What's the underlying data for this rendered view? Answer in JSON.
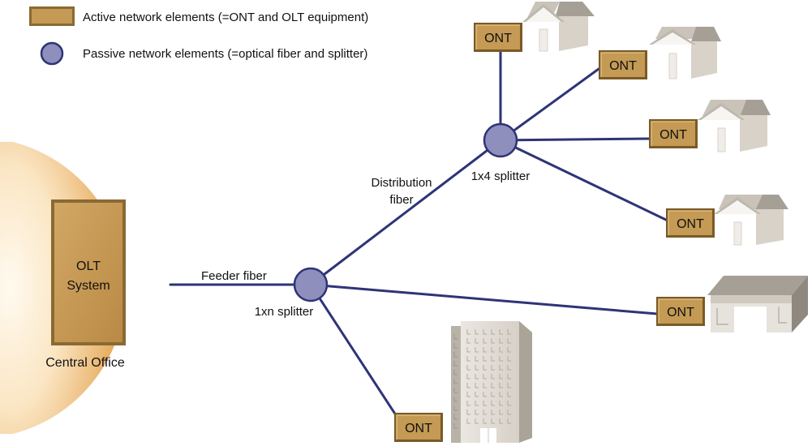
{
  "colors": {
    "fiber": "#2e3476",
    "splitter_fill": "#8f8fbd",
    "splitter_stroke": "#2e3476",
    "ont_fill": "#c49a54",
    "ont_border": "#7a5a26",
    "office_glow": "#e3a24e",
    "olt_fill": "#c79a55",
    "house_wall": "#ffffff",
    "house_roof": "#b2aca2",
    "building": "#cfcac2"
  },
  "legend": {
    "active_label": "Active network elements (=ONT and OLT equipment)",
    "passive_label": "Passive network elements (=optical fiber and splitter)"
  },
  "office": {
    "olt_line1": "OLT",
    "olt_line2": "System",
    "label": "Central Office"
  },
  "labels": {
    "feeder_fiber": "Feeder fiber",
    "splitter_1xn": "1xn splitter",
    "distribution_line1": "Distribution",
    "distribution_line2": "fiber",
    "splitter_1x4": "1x4 splitter"
  },
  "onts": [
    {
      "label": "ONT",
      "premise": "house"
    },
    {
      "label": "ONT",
      "premise": "house"
    },
    {
      "label": "ONT",
      "premise": "house"
    },
    {
      "label": "ONT",
      "premise": "house"
    },
    {
      "label": "ONT",
      "premise": "warehouse"
    },
    {
      "label": "ONT",
      "premise": "office-tower"
    }
  ]
}
